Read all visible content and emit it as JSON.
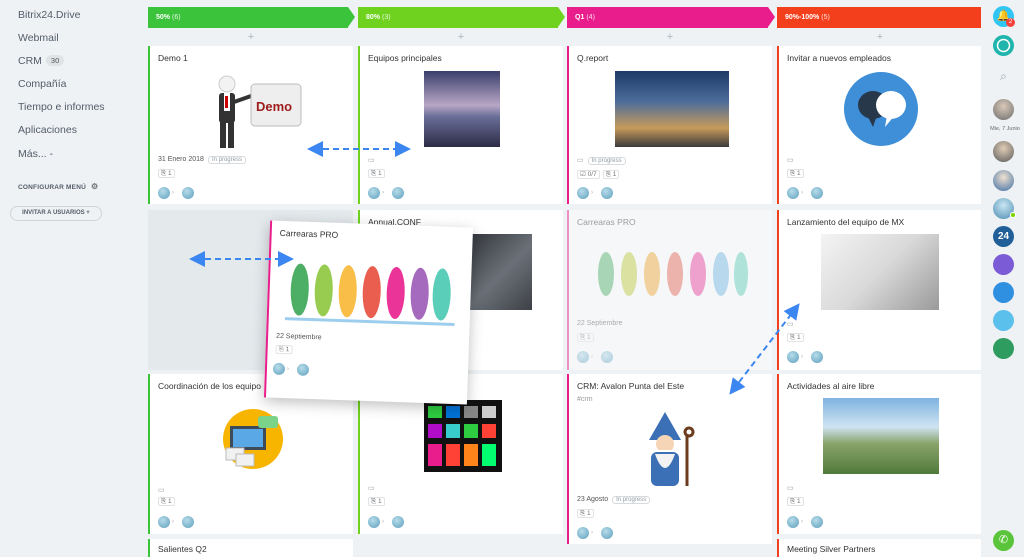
{
  "sidebar": {
    "items": [
      "Bitrix24.Drive",
      "Webmail",
      "CRM",
      "Compañía",
      "Tiempo e informes",
      "Aplicaciones",
      "Más... -"
    ],
    "crm_badge": "30",
    "configure": "CONFIGURAR MENÚ",
    "invite": "INVITAR A USUARIOS"
  },
  "stages": [
    {
      "label": "50%",
      "count": "(6)",
      "color": "#3bc33b"
    },
    {
      "label": "80%",
      "count": "(3)",
      "color": "#6fd21e"
    },
    {
      "label": "Q1",
      "count": "(4)",
      "color": "#e91e8c"
    },
    {
      "label": "90%-100%",
      "count": "(5)",
      "color": "#f43f1c"
    }
  ],
  "cards": {
    "demo1": {
      "title": "Demo 1",
      "date": "31 Enero 2018",
      "status": "In progress",
      "count": "1",
      "demo_text": "Demo"
    },
    "equipos": {
      "title": "Equipos principales",
      "count": "1"
    },
    "qreport": {
      "title": "Q.report",
      "status": "In progress",
      "tasks": "0/7",
      "count": "1"
    },
    "invitar": {
      "title": "Invitar a nuevos empleados",
      "count": "1"
    },
    "annual": {
      "title": "Annual.CONF"
    },
    "carreras_ghost": {
      "title": "Carrearas PRO",
      "date": "22 Septiembre",
      "count": "1"
    },
    "lanzamiento": {
      "title": "Lanzamiento del equipo de MX",
      "count": "1"
    },
    "coordinacion": {
      "title": "Coordinación de los equipo",
      "count": "1"
    },
    "crm_avalon": {
      "title": "CRM: Avalon Punta del Este",
      "hashtag": "#crm",
      "date": "23 Agosto",
      "status": "In progress",
      "count": "1"
    },
    "actividades": {
      "title": "Actividades al aire libre",
      "count": "1"
    },
    "salientes": {
      "title": "Salientes Q2"
    },
    "meeting": {
      "title": "Meeting Silver Partners"
    },
    "dragging": {
      "title": "Carrearas PRO",
      "date": "22 Septiembre",
      "count": "1"
    }
  },
  "right_panel": {
    "date": "Mie, 7 Junio",
    "notif_badge": "2",
    "b24_label": "24"
  },
  "icons": [
    "bell-icon",
    "chat-icon",
    "search-icon",
    "gear-icon",
    "plus-icon",
    "calendar-icon",
    "paperclip-icon",
    "phone-icon",
    "checkbox-icon"
  ]
}
